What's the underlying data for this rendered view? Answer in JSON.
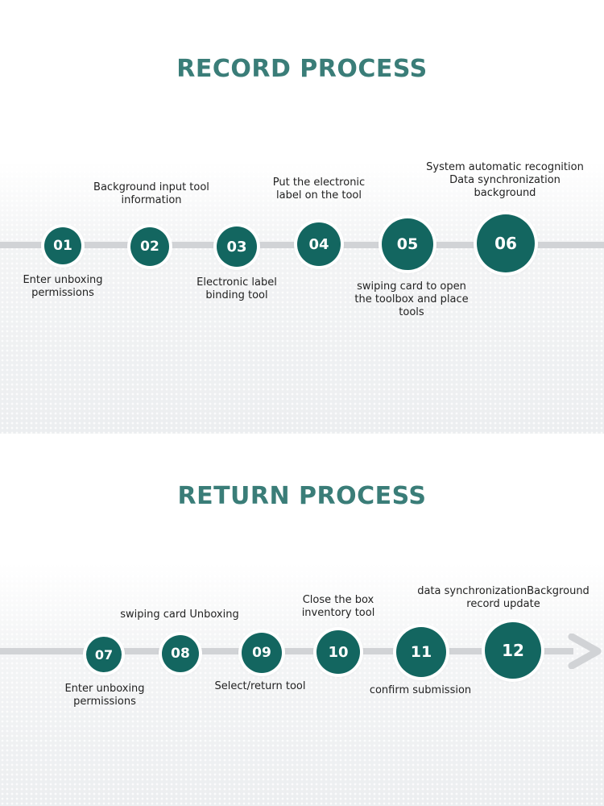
{
  "sections": [
    {
      "title": "RECORD PROCESS",
      "steps": [
        {
          "number": "01",
          "label": "Enter unboxing\npermissions"
        },
        {
          "number": "02",
          "label": "Background input tool\ninformation"
        },
        {
          "number": "03",
          "label": "Electronic label\nbinding tool"
        },
        {
          "number": "04",
          "label": "Put the electronic\nlabel on the tool"
        },
        {
          "number": "05",
          "label": "swiping card to open\nthe toolbox and place\ntools"
        },
        {
          "number": "06",
          "label": "System automatic recognition\nData synchronization\nbackground"
        }
      ]
    },
    {
      "title": "RETURN PROCESS",
      "steps": [
        {
          "number": "07",
          "label": "Enter unboxing\npermissions"
        },
        {
          "number": "08",
          "label": "swiping card  Unboxing"
        },
        {
          "number": "09",
          "label": "Select/return tool"
        },
        {
          "number": "10",
          "label": "Close the box\ninventory tool"
        },
        {
          "number": "11",
          "label": "confirm submission"
        },
        {
          "number": "12",
          "label": "data synchronizationBackground\nrecord update"
        }
      ]
    }
  ],
  "colors": {
    "title": "#3a7d78",
    "node": "#136660",
    "line": "#d1d3d6"
  }
}
